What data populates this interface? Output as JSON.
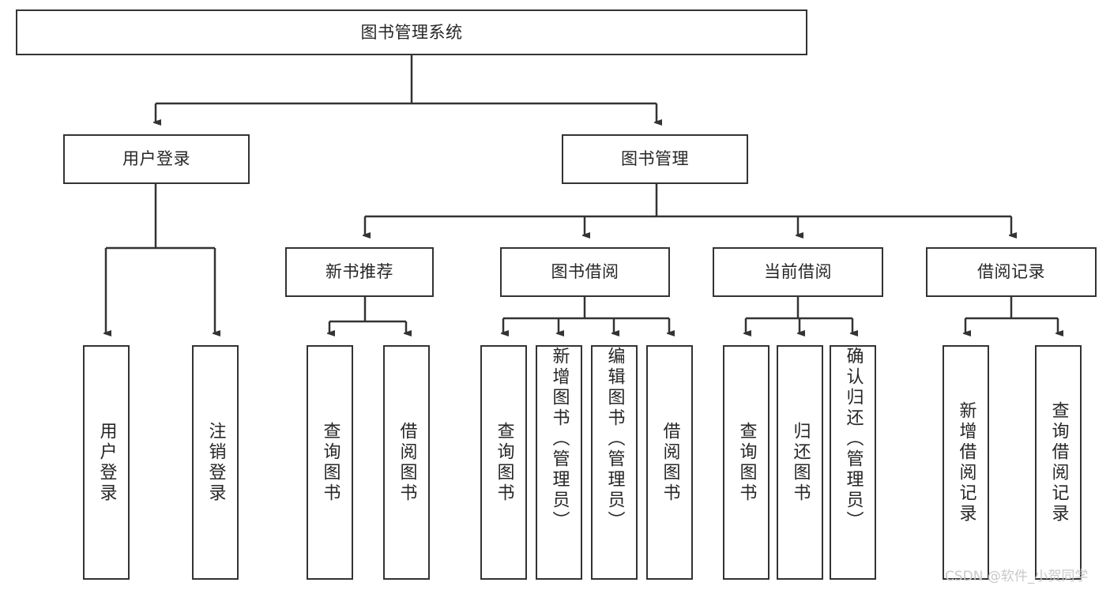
{
  "diagram": {
    "type": "tree-hierarchy-flowchart",
    "title": "图书管理系统",
    "style": {
      "background": "#ffffff",
      "node_border": "#333333",
      "node_fill": "#ffffff",
      "text_color": "#262626",
      "edge_color": "#333333",
      "watermark_color": "#c9c9c9"
    },
    "nodes": {
      "root": {
        "label": "图书管理系统",
        "level": 0,
        "orientation": "horizontal"
      },
      "l1": [
        {
          "id": "user_login",
          "label": "用户登录",
          "orientation": "horizontal"
        },
        {
          "id": "book_manage",
          "label": "图书管理",
          "orientation": "horizontal"
        }
      ],
      "l2": [
        {
          "id": "new_book_rec",
          "label": "新书推荐",
          "orientation": "horizontal",
          "parent": "book_manage"
        },
        {
          "id": "book_borrow",
          "label": "图书借阅",
          "orientation": "horizontal",
          "parent": "book_manage"
        },
        {
          "id": "current_borrow",
          "label": "当前借阅",
          "orientation": "horizontal",
          "parent": "book_manage"
        },
        {
          "id": "borrow_record",
          "label": "借阅记录",
          "orientation": "horizontal",
          "parent": "book_manage"
        }
      ],
      "leaves": [
        {
          "id": "leaf_user_login",
          "label": "用户登录",
          "parent": "user_login",
          "orientation": "vertical"
        },
        {
          "id": "leaf_logout",
          "label": "注销登录",
          "parent": "user_login",
          "orientation": "vertical"
        },
        {
          "id": "leaf_query_book_1",
          "label": "查询图书",
          "parent": "new_book_rec",
          "orientation": "vertical"
        },
        {
          "id": "leaf_borrow_book_1",
          "label": "借阅图书",
          "parent": "new_book_rec",
          "orientation": "vertical"
        },
        {
          "id": "leaf_query_book_2",
          "label": "查询图书",
          "parent": "book_borrow",
          "orientation": "vertical"
        },
        {
          "id": "leaf_add_book",
          "label": "新增图书（管理员）",
          "parent": "book_borrow",
          "orientation": "vertical"
        },
        {
          "id": "leaf_edit_book",
          "label": "编辑图书（管理员）",
          "parent": "book_borrow",
          "orientation": "vertical"
        },
        {
          "id": "leaf_borrow_book_2",
          "label": "借阅图书",
          "parent": "book_borrow",
          "orientation": "vertical"
        },
        {
          "id": "leaf_query_book_3",
          "label": "查询图书",
          "parent": "current_borrow",
          "orientation": "vertical"
        },
        {
          "id": "leaf_return_book",
          "label": "归还图书",
          "parent": "current_borrow",
          "orientation": "vertical"
        },
        {
          "id": "leaf_confirm_return",
          "label": "确认归还（管理员）",
          "parent": "current_borrow",
          "orientation": "vertical"
        },
        {
          "id": "leaf_add_record",
          "label": "新增借阅记录",
          "parent": "borrow_record",
          "orientation": "vertical"
        },
        {
          "id": "leaf_query_record",
          "label": "查询借阅记录",
          "parent": "borrow_record",
          "orientation": "vertical"
        }
      ]
    },
    "watermark": "CSDN @软件_小贺同学"
  }
}
